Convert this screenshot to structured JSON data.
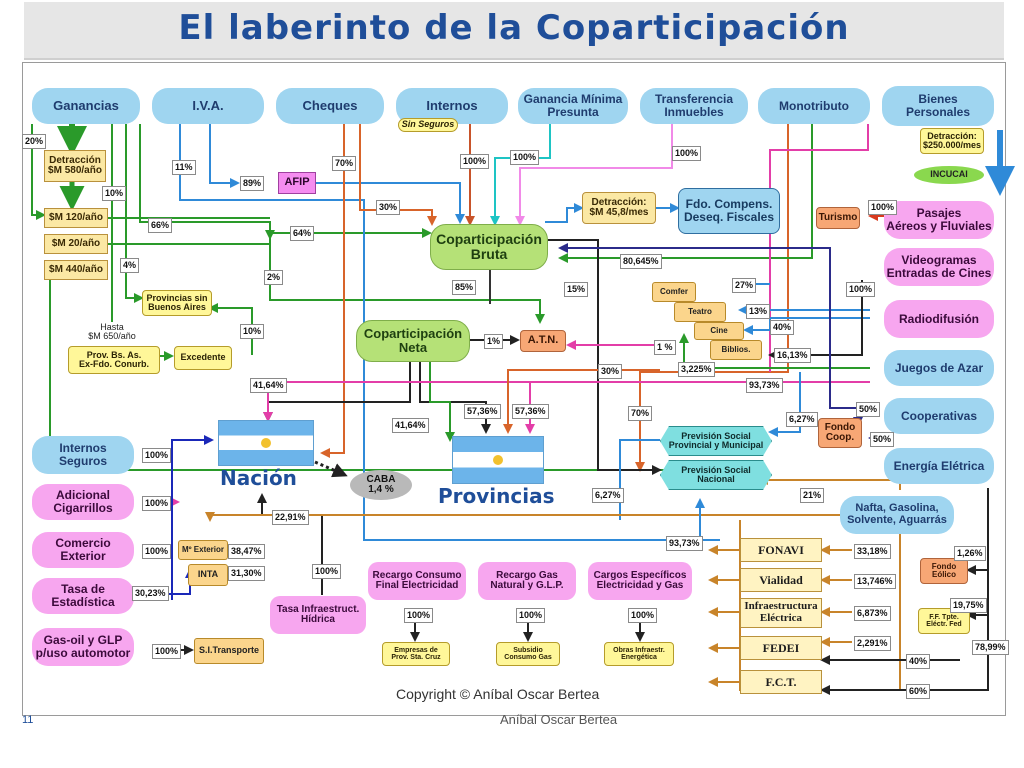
{
  "title": "El laberinto de la Coparticipación",
  "footer": {
    "copyright": "Copyright © Aníbal Oscar Bertea",
    "page_number": "11",
    "author": "Aníbal Oscar Bertea"
  },
  "nodes": {
    "ganancias": "Ganancias",
    "iva": "I.V.A.",
    "cheques": "Cheques",
    "internos": "Internos",
    "sin_seguros": "Sin Seguros",
    "gmp": "Ganancia Mínima\nPresunta",
    "transferencia": "Transferencia\nInmuebles",
    "monotributo": "Monotributo",
    "bienes": "Bienes\nPersonales",
    "detraccion_bienes": "Detracción:\n$250.000/mes",
    "incucai": "INCUCAI",
    "detraccion_580": "Detracción\n$M 580/año",
    "m120": "$M 120/año",
    "m20": "$M 20/año",
    "m440": "$M 440/año",
    "afip": "AFIP",
    "copart_bruta": "Coparticipación\nBruta",
    "detraccion_458": "Detracción:\n$M 45,8/mes",
    "fdo_compens": "Fdo. Compens.\nDeseq. Fiscales",
    "turismo": "Turismo",
    "pasajes": "Pasajes\nAéreos y Fluviales",
    "videogramas": "Videogramas\nEntradas de Cines",
    "radiodifusion": "Radiodifusión",
    "juegos": "Juegos de Azar",
    "cooperativas": "Cooperativas",
    "energia": "Energía Elétrica",
    "provincias_sin_ba": "Provincias sin\nBuenos Aires",
    "hasta_650": "Hasta\n$M 650/año",
    "prov_bsas": "Prov. Bs. As.\nEx-Fdo. Conurb.",
    "excedente": "Excedente",
    "copart_neta": "Coparticipación\nNeta",
    "atn": "A.T.N.",
    "comfer": "Comfer",
    "teatro": "Teatro",
    "cine": "Cine",
    "biblios": "Biblios.",
    "nacion": "Nación",
    "provincias": "Provincias",
    "caba": "CABA\n1,4 %",
    "prev_prov": "Previsión Social\nProvincial y Municipal",
    "prev_nac": "Previsión Social\nNacional",
    "fondo_coop": "Fondo\nCoop.",
    "internos_seguros": "Internos\nSeguros",
    "adicional_cig": "Adicional\nCigarrillos",
    "comercio_ext": "Comercio\nExterior",
    "tasa_est": "Tasa de\nEstadística",
    "gasoil": "Gas-oil y GLP\np/uso automotor",
    "m_exterior": "Mº Exterior",
    "inta": "INTA",
    "si_transporte": "S.I.Transporte",
    "tasa_infra": "Tasa Infraestruct.\nHídrica",
    "recargo_elec": "Recargo Consumo\nFinal Electricidad",
    "recargo_gas": "Recargo Gas\nNatural y G.L.P.",
    "cargos_esp": "Cargos Específicos\nElectricidad y Gas",
    "empresas_sc": "Empresas de\nProv. Sta. Cruz",
    "subsidio_gas": "Subsidio\nConsumo Gas",
    "obras_infra": "Obras Infraestr.\nEnergética",
    "nafta": "Nafta, Gasolina,\nSolvente, Aguarrás",
    "fonavi": "FONAVI",
    "vialidad": "Vialidad",
    "infra_elec": "Infraestructura\nEléctrica",
    "fedei": "FEDEI",
    "fct": "F.C.T.",
    "fondo_eolico": "Fondo\nEólico",
    "ff_tpte": "F.F. Tpte.\nEléctr. Fed"
  },
  "percents": {
    "p20": "20%",
    "p10": "10%",
    "p4": "4%",
    "p66": "66%",
    "p11": "11%",
    "p89": "89%",
    "p70": "70%",
    "p30": "30%",
    "p100_int": "100%",
    "p100_gmp": "100%",
    "p100_tr": "100%",
    "p64": "64%",
    "p2": "2%",
    "p85": "85%",
    "p15": "15%",
    "p10b": "10%",
    "p1": "1%",
    "p1b": "1 %",
    "p80645": "80,645%",
    "p27": "27%",
    "p13": "13%",
    "p40": "40%",
    "p1613": "16,13%",
    "p3225": "3,225%",
    "p100_vid": "100%",
    "p100_pas": "100%",
    "p30b": "30%",
    "p4164a": "41,64%",
    "p9373a": "93,73%",
    "p4164b": "41,64%",
    "p5736a": "57,36%",
    "p5736b": "57,36%",
    "p70b": "70%",
    "p627a": "6,27%",
    "p50a": "50%",
    "p50b": "50%",
    "p627b": "6,27%",
    "p21": "21%",
    "p100_is": "100%",
    "p100_ac": "100%",
    "p100_ce": "100%",
    "p3023": "30,23%",
    "p100_go": "100%",
    "p3847": "38,47%",
    "p3130": "31,30%",
    "p2291a": "22,91%",
    "p9373b": "93,73%",
    "p100_ti": "100%",
    "p100_re": "100%",
    "p100_rg": "100%",
    "p100_ca": "100%",
    "p3318": "33,18%",
    "p13746": "13,746%",
    "p6873": "6,873%",
    "p2291b": "2,291%",
    "p126": "1,26%",
    "p1975": "19,75%",
    "p7899": "78,99%",
    "p40b": "40%",
    "p60": "60%"
  }
}
